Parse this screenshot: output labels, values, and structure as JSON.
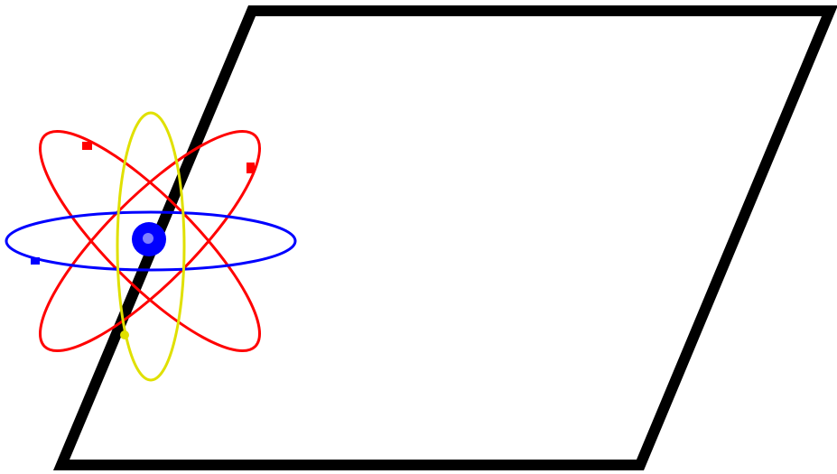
{
  "diagram": {
    "shapes": [
      {
        "name": "parallelogram",
        "kind": "quadrilateral",
        "stroke": "#000000",
        "fill": "none"
      },
      {
        "name": "atom-icon",
        "kind": "atom",
        "orbits": 4
      }
    ]
  },
  "colors": {
    "outline": "#000000",
    "nucleus": "#0000ff",
    "nucleus_highlight": "#7f7fff",
    "orbit_horizontal": "#0000ff",
    "orbit_vertical": "#e0e000",
    "orbit_diagonal": "#ff0000"
  }
}
